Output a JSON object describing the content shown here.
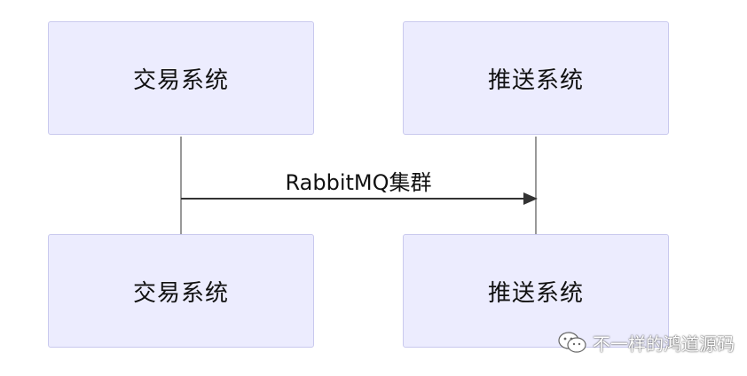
{
  "participants": {
    "trade_top": "交易系统",
    "push_top": "推送系统",
    "trade_bottom": "交易系统",
    "push_bottom": "推送系统"
  },
  "message": {
    "label": "RabbitMQ集群"
  },
  "watermark": {
    "text": "不一样的鸿道源码",
    "icon": "wechat-icon"
  },
  "colors": {
    "box_fill": "#ececfe",
    "box_border": "#c9c9ee",
    "lifeline": "#999999",
    "arrow": "#333333"
  }
}
